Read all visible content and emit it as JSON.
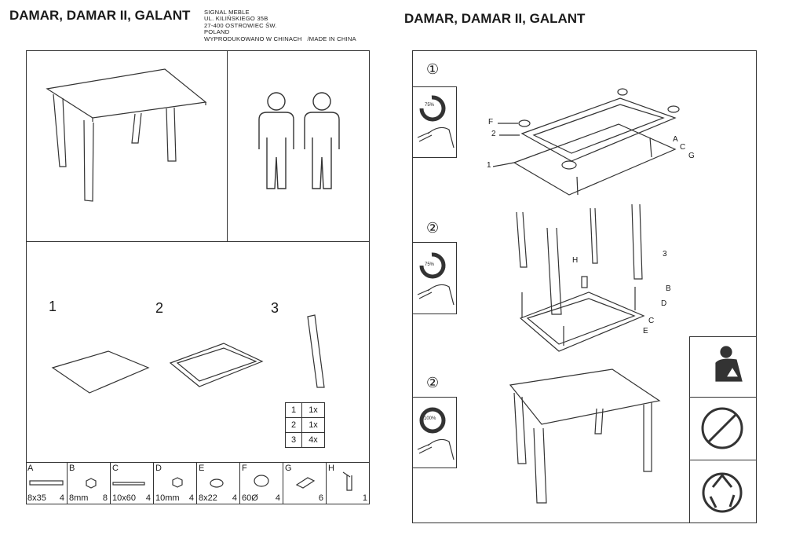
{
  "left": {
    "title": "DAMAR, DAMAR II, GALANT",
    "address": [
      "SIGNAL MEBLE",
      "UL.  KILIŃSKIEGO 35B",
      "27-400 OSTROWIEC ŚW.",
      "POLAND",
      "WYPRODUKOWANO W CHINACH   /MADE IN CHINA"
    ],
    "components": [
      {
        "num": "1"
      },
      {
        "num": "2"
      },
      {
        "num": "3"
      }
    ],
    "quantity_table": [
      {
        "part": "1",
        "qty": "1x"
      },
      {
        "part": "2",
        "qty": "1x"
      },
      {
        "part": "3",
        "qty": "4x"
      }
    ],
    "hardware": [
      {
        "letter": "A",
        "size": "8x35",
        "qty": "4",
        "icon": "bolt-icon"
      },
      {
        "letter": "B",
        "size": "8mm",
        "qty": "8",
        "icon": "nut-icon"
      },
      {
        "letter": "C",
        "size": "10x60",
        "qty": "4",
        "icon": "bolt-icon"
      },
      {
        "letter": "D",
        "size": "10mm",
        "qty": "4",
        "icon": "nut-icon"
      },
      {
        "letter": "E",
        "size": "8x22",
        "qty": "4",
        "icon": "washer-icon"
      },
      {
        "letter": "F",
        "size": "60Ø",
        "qty": "4",
        "icon": "ring-icon"
      },
      {
        "letter": "G",
        "size": "",
        "qty": "6",
        "icon": "bracket-icon"
      },
      {
        "letter": "H",
        "size": "",
        "qty": "1",
        "icon": "allen-key-icon"
      }
    ]
  },
  "right": {
    "title": "DAMAR, DAMAR II, GALANT",
    "steps": [
      {
        "num": "①",
        "tighten": "75%",
        "callouts": [
          "F",
          "2",
          "1",
          "A",
          "C",
          "G"
        ]
      },
      {
        "num": "②",
        "tighten": "75%",
        "callouts": [
          "H",
          "3",
          "B",
          "D",
          "C",
          "E"
        ]
      },
      {
        "num": "②",
        "tighten": "100%"
      }
    ],
    "warning_icons": [
      "person-warning-icon",
      "no-standing-icon",
      "recycle-icon"
    ]
  }
}
